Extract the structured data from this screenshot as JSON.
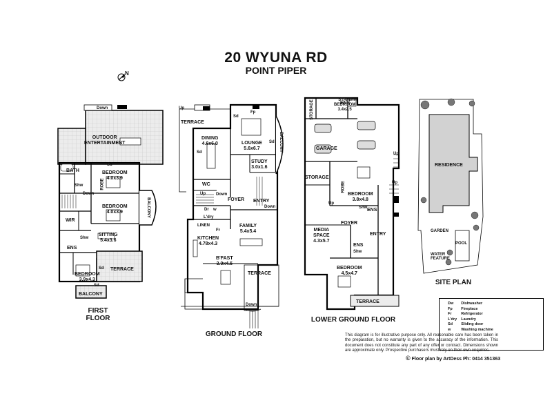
{
  "header": {
    "address": "20 WYUNA RD",
    "suburb": "POINT PIPER",
    "north": "N"
  },
  "floors": {
    "first": "FIRST FLOOR",
    "ground": "GROUND FLOOR",
    "lower": "LOWER GROUND FLOOR",
    "site": "SITE PLAN"
  },
  "first_floor": {
    "down_top": "Down",
    "outdoor": "OUTDOOR\nENTERTAINMENT",
    "bath": "BATH",
    "sd": "Sd",
    "bedroom1": {
      "name": "BEDROOM",
      "dim": "4.0x3.9"
    },
    "shw": "Shw",
    "robe": "ROBE",
    "down_mid": "Down",
    "bedroom2": {
      "name": "BEDROOM",
      "dim": "4.0x3.9"
    },
    "balcony_side": "BALCONY",
    "wir": "WIR",
    "sitting": {
      "name": "SITTING",
      "dim": "5.4x3.6"
    },
    "shw2": "Shw",
    "ens": "ENS",
    "bedroom3": {
      "name": "BEDROOM",
      "dim": "3.9x4.3"
    },
    "terrace": "TERRACE",
    "balcony_bottom": "BALCONY",
    "sd2": "Sd",
    "sd3": "Sd"
  },
  "ground_floor": {
    "up": "Up",
    "terrace_top": "TERRACE",
    "dining": {
      "name": "DINING",
      "dim": "4.6x6.0"
    },
    "sd1": "Sd",
    "lounge": {
      "name": "LOUNGE",
      "dim": "5.6x6.7"
    },
    "fp": "Fp",
    "sd2": "Sd",
    "balcony": "BALCONY",
    "sd3": "Sd",
    "study": {
      "name": "STUDY",
      "dim": "3.0x1.6"
    },
    "wc": "WC",
    "up2": "Up",
    "down": "Down",
    "foyer": "FOYER",
    "entry": "ENTRY",
    "down2": "Down",
    "dr": "Dr",
    "w": "w",
    "ldry": "L'dry",
    "linen": "LINEN",
    "fr": "Fr",
    "family": {
      "name": "FAMILY",
      "dim": "5.4x5.4"
    },
    "kitchen": {
      "name": "KITCHEN",
      "dim": "4.78x4.3"
    },
    "bfast": {
      "name": "B'FAST",
      "dim": "3.9x4.5"
    },
    "terrace_bottom": "TERRACE",
    "down3": "Down"
  },
  "lower_floor": {
    "storage1": "STORAGE",
    "staff": {
      "name": "STAFF\nBEDROOM",
      "dim": "3.4x2.5"
    },
    "ens": "ENS",
    "shw": "Shw",
    "garage": "GARAGE",
    "up": "Up",
    "storage2": "STORAGE",
    "robe": "ROBE",
    "bedroom1": {
      "name": "BEDROOM",
      "dim": "3.8x4.8"
    },
    "shw2": "Shw",
    "ens2": "ENS",
    "up2": "Up",
    "up3": "Up",
    "foyer": "FOYER",
    "media": {
      "name": "MEDIA\nSPACE",
      "dim": "4.3x5.7"
    },
    "entry": "ENTRY",
    "ens3": "ENS",
    "shw3": "Shw",
    "bedroom2": {
      "name": "BEDROOM",
      "dim": "4.5x4.7"
    },
    "terrace": "TERRACE"
  },
  "site": {
    "residence": "RESIDENCE",
    "garden": "GARDEN",
    "pool": "POOL",
    "water": "WATER\nFEATURE"
  },
  "legend": [
    {
      "abbr": "Dw",
      "meaning": "Dishwasher"
    },
    {
      "abbr": "Fp",
      "meaning": "Fireplace"
    },
    {
      "abbr": "Fr",
      "meaning": "Refrigerator"
    },
    {
      "abbr": "L'dry",
      "meaning": "Laundry"
    },
    {
      "abbr": "Sd",
      "meaning": "Sliding door"
    },
    {
      "abbr": "w",
      "meaning": "Washing machine"
    }
  ],
  "disclaimer": "This diagram is for illustrative purpose only. All reasonable care has been taken in the preparation, but no warranty is given to the accuracy of the information. This document does not constitute any part of any offer or contract. Dimensions shown are approximate only. Prospective purchasers must rely on their own enquiries.",
  "credit": "Floor plan by ArtDess Ph: 0414 351363",
  "copyright_symbol": "©"
}
